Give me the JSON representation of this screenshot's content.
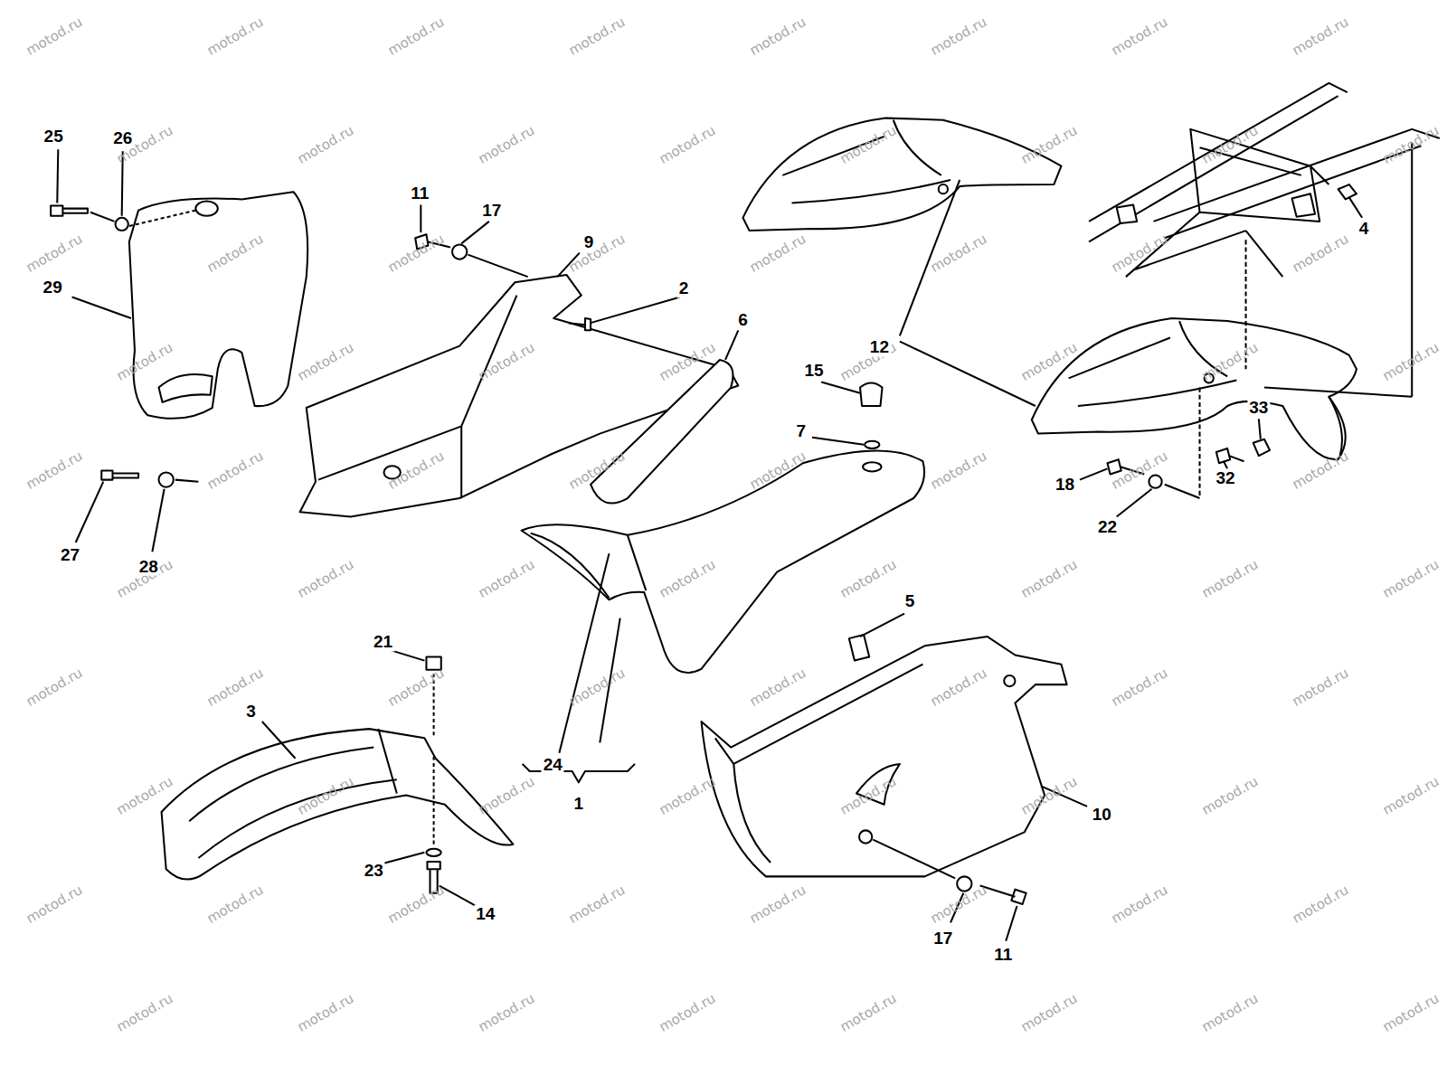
{
  "diagram": {
    "labels": [
      "25",
      "26",
      "29",
      "11",
      "17",
      "9",
      "2",
      "6",
      "12",
      "4",
      "15",
      "7",
      "33",
      "32",
      "18",
      "22",
      "27",
      "28",
      "21",
      "3",
      "24",
      "1",
      "5",
      "10",
      "23",
      "14",
      "17",
      "11",
      "motod.ru",
      "motod.ru",
      "motod.ru",
      "motod.ru",
      "motod.ru",
      "motod.ru",
      "motod.ru",
      "motod.ru",
      "motod.ru",
      "motod.ru",
      "motod.ru",
      "motod.ru",
      "motod.ru",
      "motod.ru",
      "motod.ru",
      "motod.ru",
      "motod.ru",
      "motod.ru",
      "motod.ru",
      "motod.ru",
      "motod.ru",
      "motod.ru",
      "motod.ru",
      "motod.ru",
      "motod.ru",
      "motod.ru",
      "motod.ru",
      "motod.ru",
      "motod.ru",
      "motod.ru",
      "motod.ru",
      "motod.ru",
      "motod.ru",
      "motod.ru",
      "motod.ru",
      "motod.ru",
      "motod.ru",
      "motod.ru",
      "motod.ru",
      "motod.ru",
      "motod.ru",
      "motod.ru",
      "motod.ru",
      "motod.ru",
      "motod.ru",
      "motod.ru",
      "motod.ru",
      "motod.ru",
      "motod.ru",
      "motod.ru",
      "motod.ru",
      "motod.ru",
      "motod.ru",
      "motod.ru",
      "motod.ru",
      "motod.ru",
      "motod.ru",
      "motod.ru",
      "motod.ru",
      "motod.ru",
      "motod.ru",
      "motod.ru",
      "motod.ru",
      "motod.ru",
      "motod.ru",
      "motod.ru",
      "motod.ru",
      "motod.ru",
      "motod.ru",
      "motod.ru",
      "motod.ru",
      "motod.ru",
      "motod.ru",
      "motod.ru",
      "motod.ru",
      "motod.ru",
      "motod.ru",
      "motod.ru",
      "motod.ru",
      "motod.ru"
    ]
  }
}
